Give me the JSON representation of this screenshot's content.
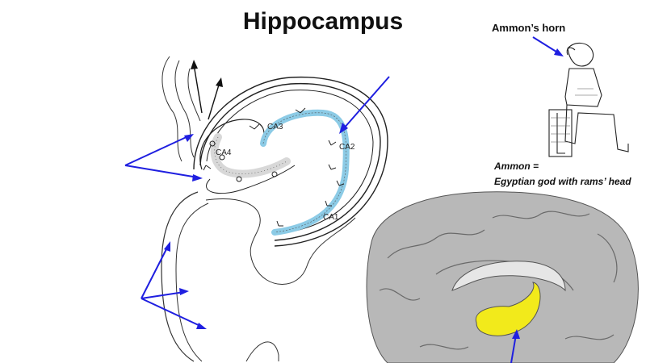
{
  "title": "Hippocampus",
  "hippocampus_labels": {
    "ca1": "CA1",
    "ca2": "CA2",
    "ca3": "CA3",
    "ca4": "CA4"
  },
  "ammon": {
    "horn_label": "Ammon’s horn",
    "caption_line1": "Ammon =",
    "caption_line2": "Egyptian god with rams’ head"
  },
  "colors": {
    "arrow": "#1f1fe0",
    "ca_highlight": "#8ccbe6",
    "brain_hippocampus": "#f2ea1b",
    "brain_gray": "#b8b8b8"
  }
}
